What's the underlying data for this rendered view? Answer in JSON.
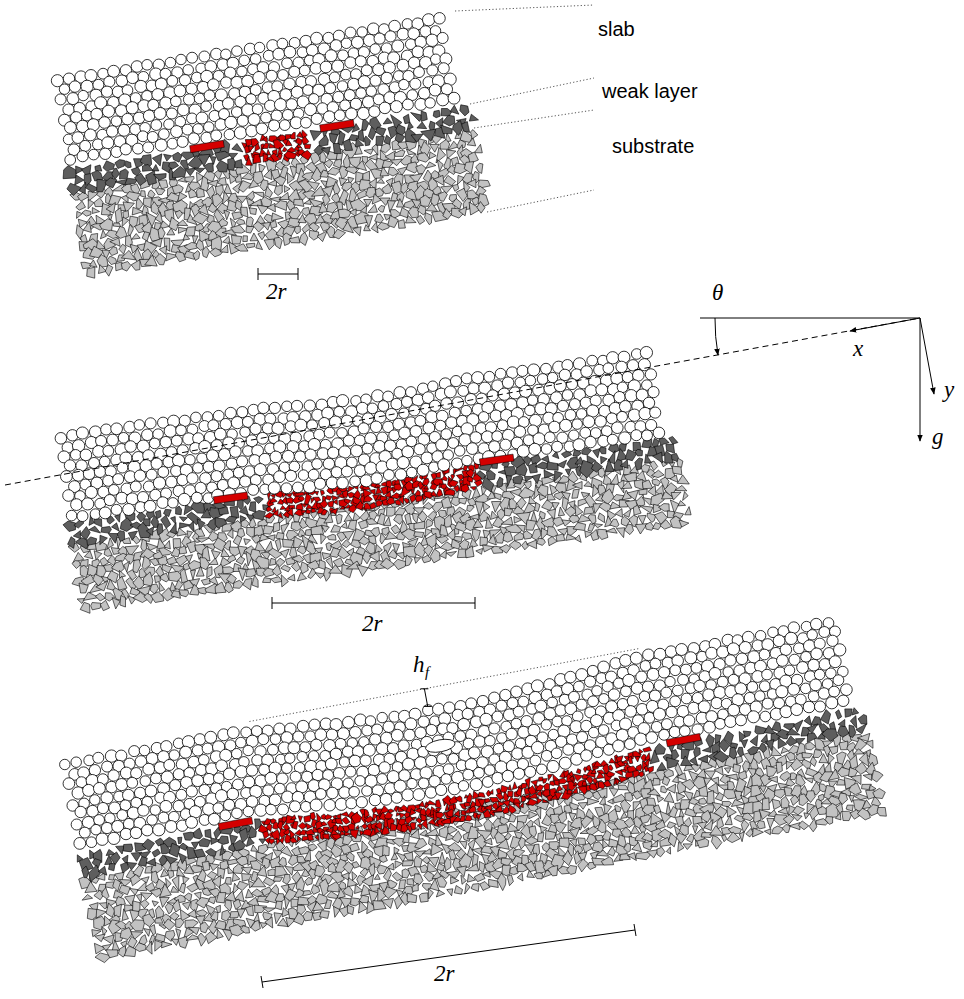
{
  "diagram": {
    "labels": [
      "slab",
      "weak layer",
      "substrate",
      "2r",
      "θ",
      "x",
      "y",
      "g",
      "2r",
      "h",
      "f",
      "2r"
    ]
  }
}
